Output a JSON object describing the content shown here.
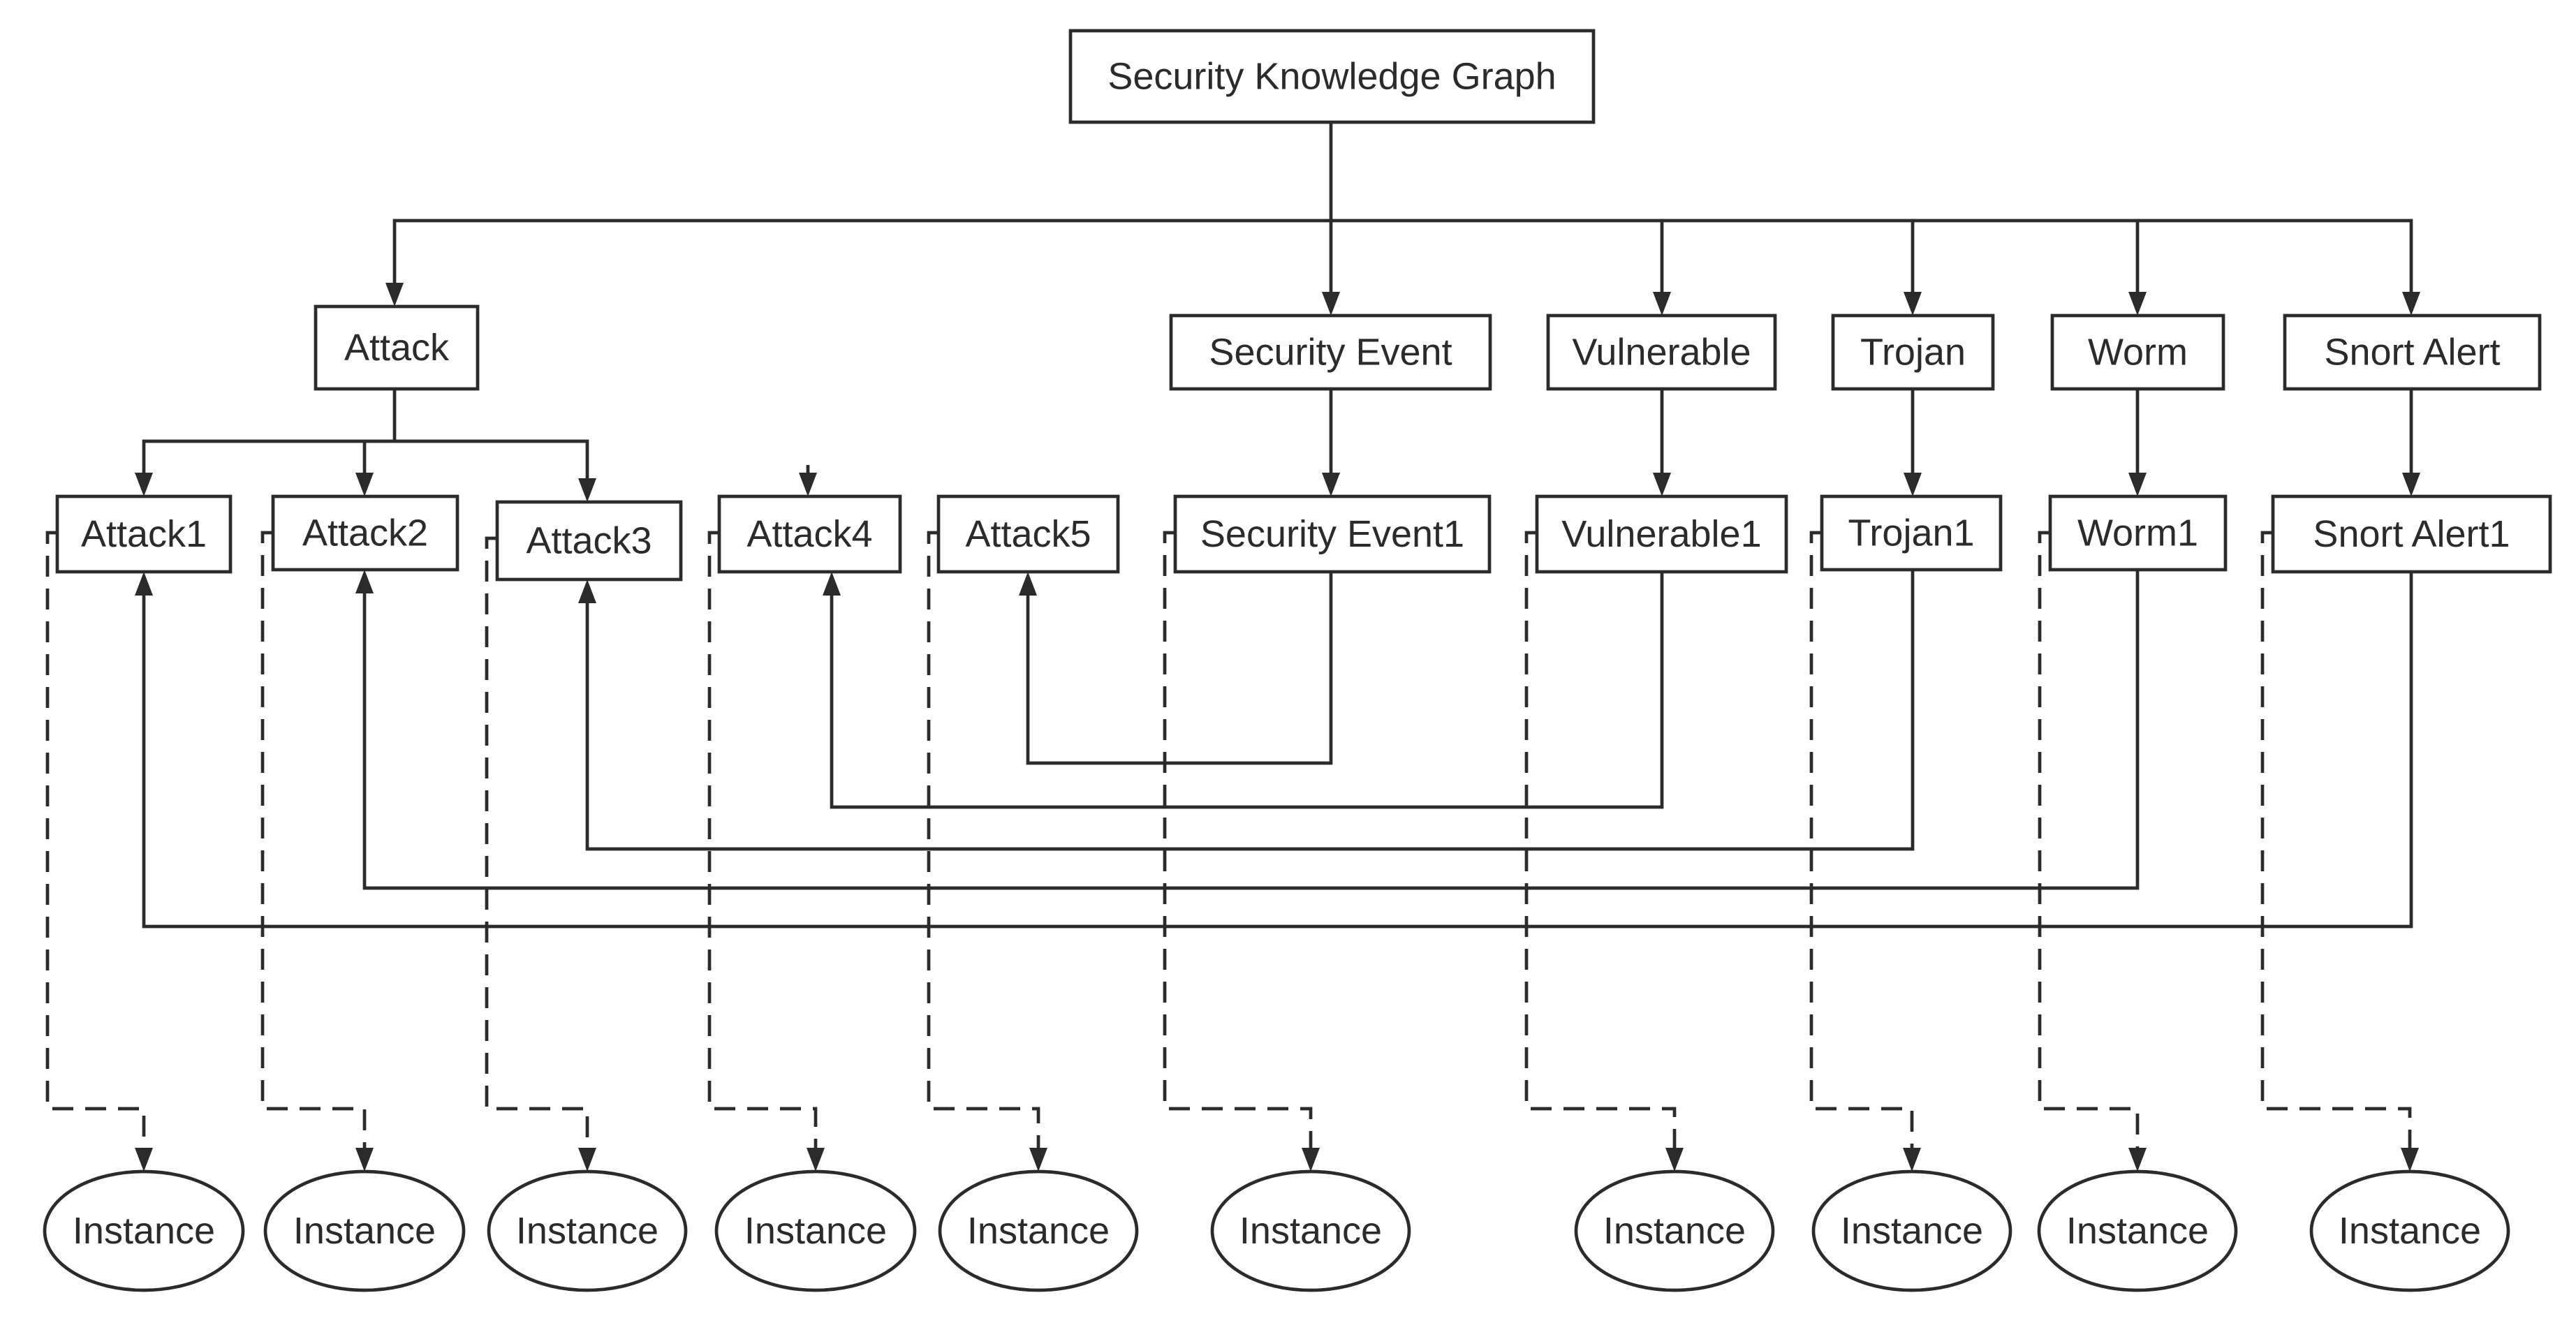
{
  "diagram": {
    "colors": {
      "stroke": "#2b2b2b",
      "fill": "#ffffff",
      "text": "#2b2b2b"
    },
    "nodes": [
      {
        "id": "root",
        "label": "Security Knowledge Graph",
        "shape": "rect",
        "name": "node-security-knowledge-graph"
      },
      {
        "id": "attack",
        "label": "Attack",
        "shape": "rect",
        "name": "node-attack"
      },
      {
        "id": "secevent",
        "label": "Security Event",
        "shape": "rect",
        "name": "node-security-event"
      },
      {
        "id": "vuln",
        "label": "Vulnerable",
        "shape": "rect",
        "name": "node-vulnerable"
      },
      {
        "id": "trojan",
        "label": "Trojan",
        "shape": "rect",
        "name": "node-trojan"
      },
      {
        "id": "worm",
        "label": "Worm",
        "shape": "rect",
        "name": "node-worm"
      },
      {
        "id": "snort",
        "label": "Snort Alert",
        "shape": "rect",
        "name": "node-snort-alert"
      },
      {
        "id": "attack1",
        "label": "Attack1",
        "shape": "rect",
        "name": "node-attack1"
      },
      {
        "id": "attack2",
        "label": "Attack2",
        "shape": "rect",
        "name": "node-attack2"
      },
      {
        "id": "attack3",
        "label": "Attack3",
        "shape": "rect",
        "name": "node-attack3"
      },
      {
        "id": "attack4",
        "label": "Attack4",
        "shape": "rect",
        "name": "node-attack4"
      },
      {
        "id": "attack5",
        "label": "Attack5",
        "shape": "rect",
        "name": "node-attack5"
      },
      {
        "id": "secevent1",
        "label": "Security Event1",
        "shape": "rect",
        "name": "node-security-event1"
      },
      {
        "id": "vuln1",
        "label": "Vulnerable1",
        "shape": "rect",
        "name": "node-vulnerable1"
      },
      {
        "id": "trojan1",
        "label": "Trojan1",
        "shape": "rect",
        "name": "node-trojan1"
      },
      {
        "id": "worm1",
        "label": "Worm1",
        "shape": "rect",
        "name": "node-worm1"
      },
      {
        "id": "snort1",
        "label": "Snort Alert1",
        "shape": "rect",
        "name": "node-snort-alert1"
      },
      {
        "id": "inst1",
        "label": "Instance",
        "shape": "ellipse",
        "name": "node-instance-attack1"
      },
      {
        "id": "inst2",
        "label": "Instance",
        "shape": "ellipse",
        "name": "node-instance-attack2"
      },
      {
        "id": "inst3",
        "label": "Instance",
        "shape": "ellipse",
        "name": "node-instance-attack3"
      },
      {
        "id": "inst4",
        "label": "Instance",
        "shape": "ellipse",
        "name": "node-instance-attack4"
      },
      {
        "id": "inst5",
        "label": "Instance",
        "shape": "ellipse",
        "name": "node-instance-attack5"
      },
      {
        "id": "inst6",
        "label": "Instance",
        "shape": "ellipse",
        "name": "node-instance-security-event1"
      },
      {
        "id": "inst7",
        "label": "Instance",
        "shape": "ellipse",
        "name": "node-instance-vulnerable1"
      },
      {
        "id": "inst8",
        "label": "Instance",
        "shape": "ellipse",
        "name": "node-instance-trojan1"
      },
      {
        "id": "inst9",
        "label": "Instance",
        "shape": "ellipse",
        "name": "node-instance-worm1"
      },
      {
        "id": "inst10",
        "label": "Instance",
        "shape": "ellipse",
        "name": "node-instance-snort-alert1"
      }
    ],
    "edges": [
      {
        "from": "root",
        "to": "attack",
        "style": "solid",
        "name": "edge-root-to-attack"
      },
      {
        "from": "root",
        "to": "secevent",
        "style": "solid",
        "name": "edge-root-to-security-event"
      },
      {
        "from": "root",
        "to": "vuln",
        "style": "solid",
        "name": "edge-root-to-vulnerable"
      },
      {
        "from": "root",
        "to": "trojan",
        "style": "solid",
        "name": "edge-root-to-trojan"
      },
      {
        "from": "root",
        "to": "worm",
        "style": "solid",
        "name": "edge-root-to-worm"
      },
      {
        "from": "root",
        "to": "snort",
        "style": "solid",
        "name": "edge-root-to-snort-alert"
      },
      {
        "from": "attack",
        "to": "attack1",
        "style": "solid",
        "name": "edge-attack-to-attack1"
      },
      {
        "from": "attack",
        "to": "attack2",
        "style": "solid",
        "name": "edge-attack-to-attack2"
      },
      {
        "from": "attack",
        "to": "attack3",
        "style": "solid",
        "name": "edge-attack-to-attack3"
      },
      {
        "from": "attack",
        "to": "attack4",
        "style": "solid",
        "name": "edge-attack-to-attack4"
      },
      {
        "from": "secevent",
        "to": "secevent1",
        "style": "solid",
        "name": "edge-security-event-to-security-event1"
      },
      {
        "from": "vuln",
        "to": "vuln1",
        "style": "solid",
        "name": "edge-vulnerable-to-vulnerable1"
      },
      {
        "from": "trojan",
        "to": "trojan1",
        "style": "solid",
        "name": "edge-trojan-to-trojan1"
      },
      {
        "from": "worm",
        "to": "worm1",
        "style": "solid",
        "name": "edge-worm-to-worm1"
      },
      {
        "from": "snort",
        "to": "snort1",
        "style": "solid",
        "name": "edge-snort-alert-to-snort-alert1"
      },
      {
        "from": "secevent1",
        "to": "attack5",
        "style": "solid",
        "name": "edge-security-event1-to-attack5"
      },
      {
        "from": "vuln1",
        "to": "attack4",
        "style": "solid",
        "name": "edge-vulnerable1-to-attack4"
      },
      {
        "from": "trojan1",
        "to": "attack3",
        "style": "solid",
        "name": "edge-trojan1-to-attack3"
      },
      {
        "from": "worm1",
        "to": "attack2",
        "style": "solid",
        "name": "edge-worm1-to-attack2"
      },
      {
        "from": "snort1",
        "to": "attack1",
        "style": "solid",
        "name": "edge-snort-alert1-to-attack1"
      },
      {
        "from": "attack1",
        "to": "inst1",
        "style": "dashed",
        "name": "edge-attack1-to-instance"
      },
      {
        "from": "attack2",
        "to": "inst2",
        "style": "dashed",
        "name": "edge-attack2-to-instance"
      },
      {
        "from": "attack3",
        "to": "inst3",
        "style": "dashed",
        "name": "edge-attack3-to-instance"
      },
      {
        "from": "attack4",
        "to": "inst4",
        "style": "dashed",
        "name": "edge-attack4-to-instance"
      },
      {
        "from": "attack5",
        "to": "inst5",
        "style": "dashed",
        "name": "edge-attack5-to-instance"
      },
      {
        "from": "secevent1",
        "to": "inst6",
        "style": "dashed",
        "name": "edge-security-event1-to-instance"
      },
      {
        "from": "vuln1",
        "to": "inst7",
        "style": "dashed",
        "name": "edge-vulnerable1-to-instance"
      },
      {
        "from": "trojan1",
        "to": "inst8",
        "style": "dashed",
        "name": "edge-trojan1-to-instance"
      },
      {
        "from": "worm1",
        "to": "inst9",
        "style": "dashed",
        "name": "edge-worm1-to-instance"
      },
      {
        "from": "snort1",
        "to": "inst10",
        "style": "dashed",
        "name": "edge-snort-alert1-to-instance"
      }
    ]
  }
}
